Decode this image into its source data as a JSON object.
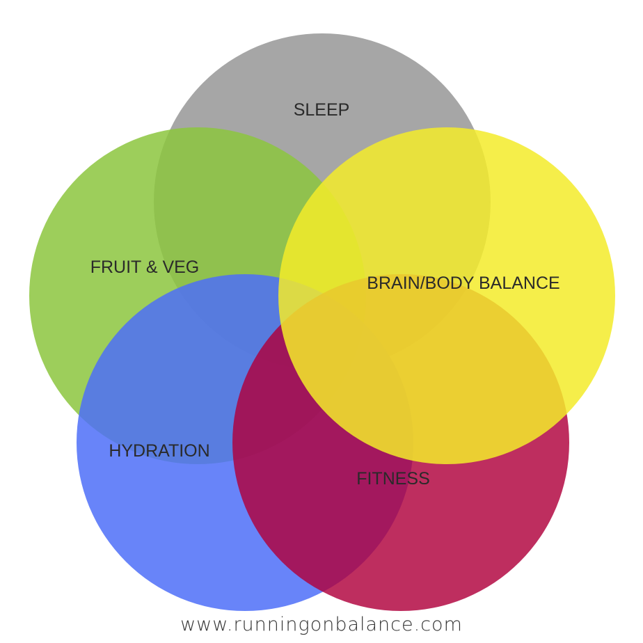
{
  "diagram": {
    "type": "venn",
    "sets": [
      {
        "id": "sleep",
        "label": "SLEEP",
        "color": "#a6a6a6"
      },
      {
        "id": "fruit-veg",
        "label": "FRUIT & VEG",
        "color": "#8cc63e"
      },
      {
        "id": "hydration",
        "label": "HYDRATION",
        "color": "#4d6ef8"
      },
      {
        "id": "fitness",
        "label": "FITNESS",
        "color": "#b0003c"
      },
      {
        "id": "brain-body-balance",
        "label": "BRAIN/BODY BALANCE",
        "color": "#f3eb2a"
      }
    ]
  },
  "footer": {
    "url": "www.runningonbalance.com"
  }
}
